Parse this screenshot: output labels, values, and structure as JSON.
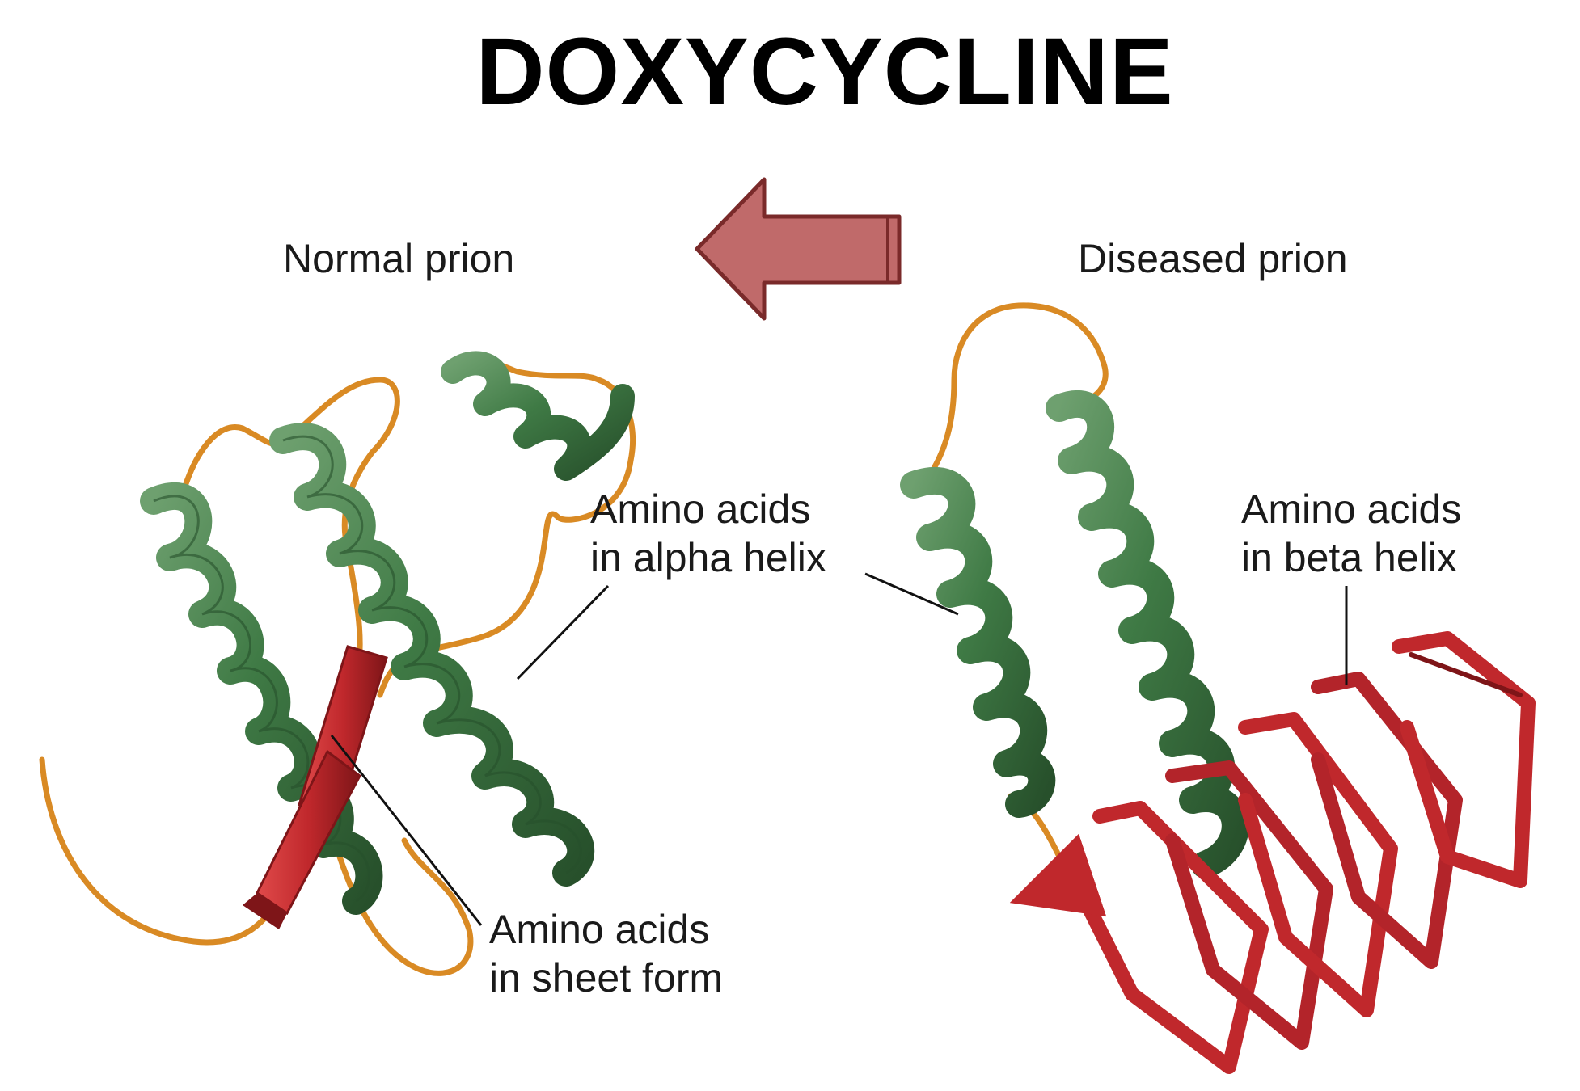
{
  "title": "DOXYCYCLINE",
  "labels": {
    "normal": "Normal prion",
    "diseased": "Diseased prion",
    "alpha_left": [
      "Amino acids",
      "in alpha helix"
    ],
    "sheet": [
      "Amino acids",
      "in sheet form"
    ],
    "beta": [
      "Amino acids",
      "in beta helix"
    ]
  },
  "colors": {
    "helix": "#3f7a45",
    "helix_dark": "#27502b",
    "helix_light": "#6ea06f",
    "loop": "#d98a24",
    "sheet": "#c0282c",
    "sheet_dark": "#7e1518",
    "arrow": "#b85a5a",
    "arrow_stroke": "#7a2a2a"
  }
}
